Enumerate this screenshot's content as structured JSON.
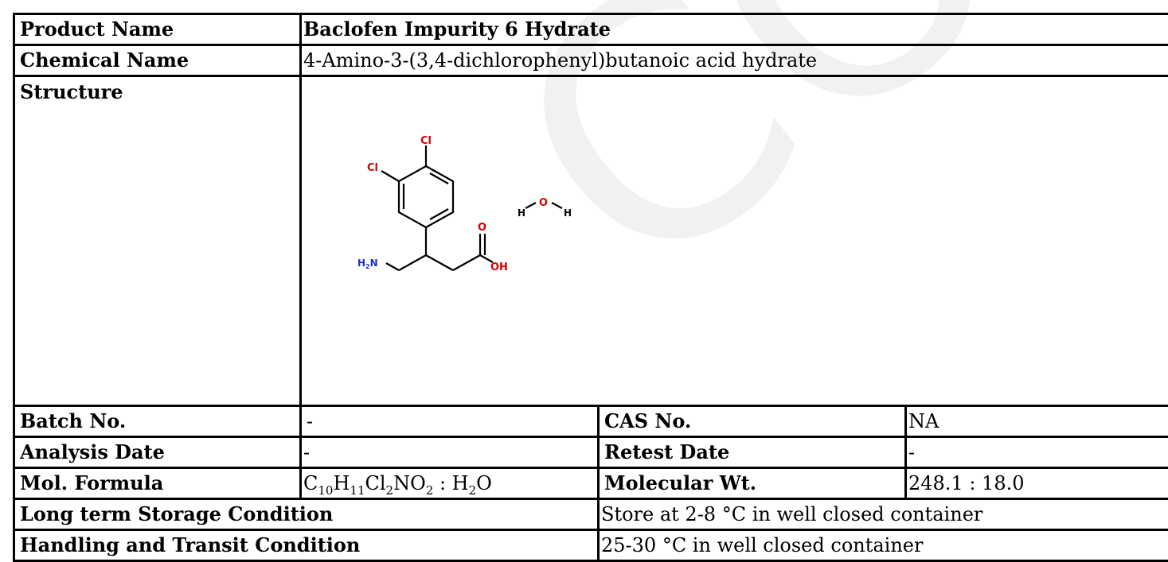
{
  "product_name_label": "Product Name",
  "product_name": "Baclofen Impurity 6 Hydrate",
  "chemical_name_label": "Chemical Name",
  "chemical_name": "4-Amino-3-(3,4-dichlorophenyl)butanoic acid hydrate",
  "structure_label": "Structure",
  "structure_atoms": {
    "cl_top": "Cl",
    "cl_left": "Cl",
    "o_carbonyl": "O",
    "oh": "OH",
    "amine": "H2N",
    "water_o": "O",
    "water_h": "H"
  },
  "batch_label": "Batch No.",
  "batch_value": "-",
  "cas_label": "CAS No.",
  "cas_value": "NA",
  "analysis_date_label": "Analysis Date",
  "analysis_date_value": "-",
  "retest_date_label": "Retest Date",
  "retest_date_value": "-",
  "formula_label": "Mol. Formula",
  "formula": {
    "c": "C",
    "c_n": "10",
    "h": "H",
    "h_n": "11",
    "cl": "Cl",
    "cl_n": "2",
    "rest": "NO",
    "o_n": "2",
    "sep": " : ",
    "water_h": "H",
    "water_h_n": "2",
    "water_o": "O"
  },
  "mw_label": "Molecular Wt.",
  "mw_value": "248.1 : 18.0",
  "storage_label": "Long term Storage Condition",
  "storage_value": "Store at 2-8 °C in well closed container",
  "handling_label": "Handling and Transit Condition",
  "handling_value": "25-30 °C in well closed container",
  "watermark": "COA"
}
